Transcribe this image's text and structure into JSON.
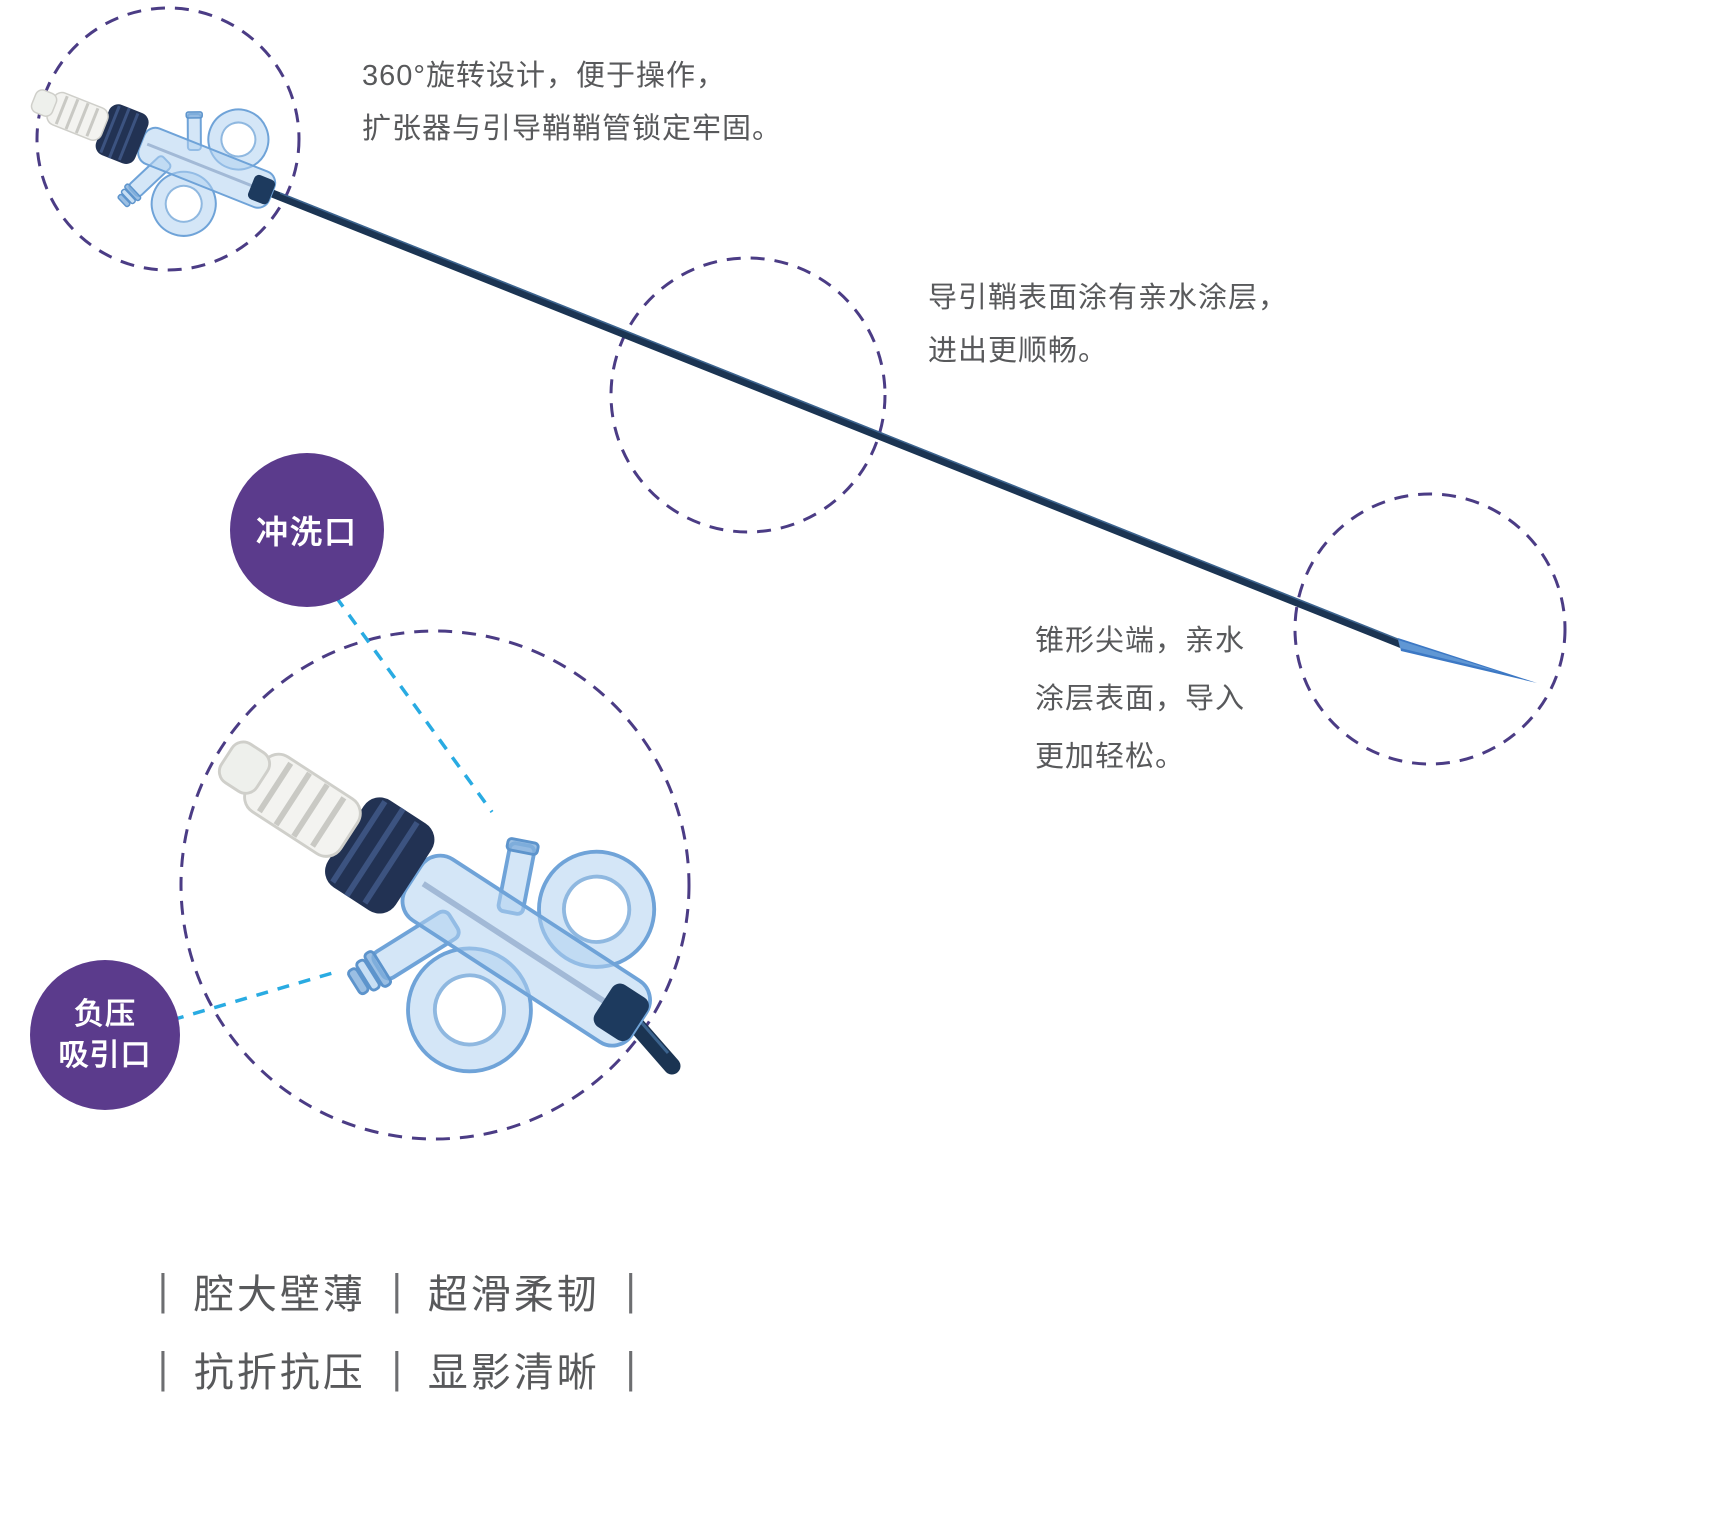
{
  "annotations": {
    "rotation": {
      "line1": "360°旋转设计，便于操作，",
      "line2": "扩张器与引导鞘鞘管锁定牢固。"
    },
    "coating": {
      "line1": "导引鞘表面涂有亲水涂层，",
      "line2": "进出更顺畅。"
    },
    "tip": {
      "line1": "锥形尖端，亲水",
      "line2": "涂层表面，导入",
      "line3": "更加轻松。"
    }
  },
  "callouts": {
    "flush_port": "冲洗口",
    "suction_line1": "负压",
    "suction_line2": "吸引口"
  },
  "features": {
    "separator": "|",
    "rows": [
      [
        "腔大壁薄",
        "超滑柔韧"
      ],
      [
        "抗折抗压",
        "显影清晰"
      ]
    ]
  },
  "colors": {
    "purple_badge": "#5b3b8c",
    "dashed_circle_purple": "#4b3c85",
    "text_gray": "#58595b",
    "connector_cyan": "#29abe2",
    "device_navy": "#1b3452",
    "device_blue_stroke": "#6fa3d8",
    "device_tip_blue": "#3c78c4"
  }
}
